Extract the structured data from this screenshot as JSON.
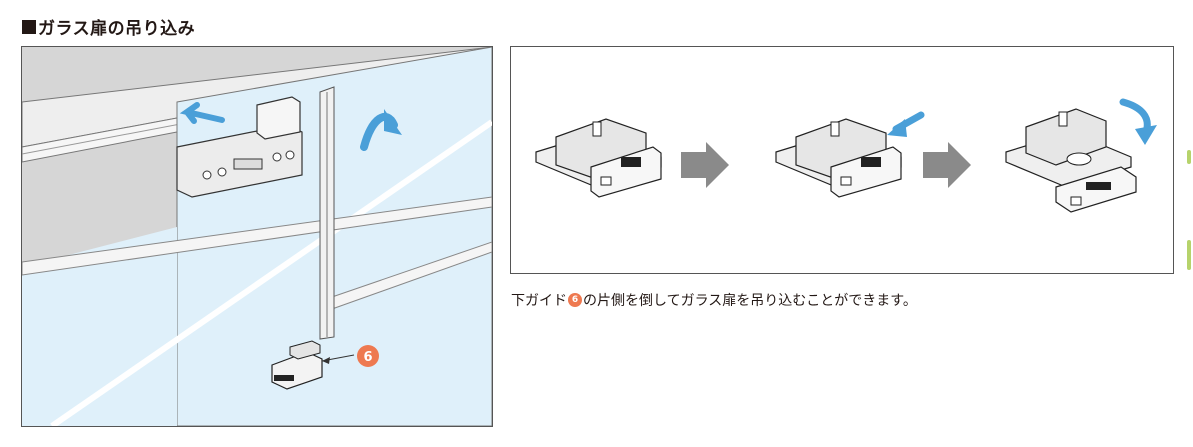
{
  "section": {
    "title": "ガラス扉の吊り込み"
  },
  "callout": {
    "number": "6"
  },
  "caption": {
    "before": "下ガイド",
    "badge": "6",
    "after": "の片側を倒してガラス扉を吊り込むことができます。"
  },
  "colors": {
    "glass": "#dff0fa",
    "arrow_blue": "#4a9fd8",
    "step_arrow_gray": "#8a8a8a",
    "callout_orange": "#ee7950",
    "wall_gray": "#d6d6d6"
  }
}
